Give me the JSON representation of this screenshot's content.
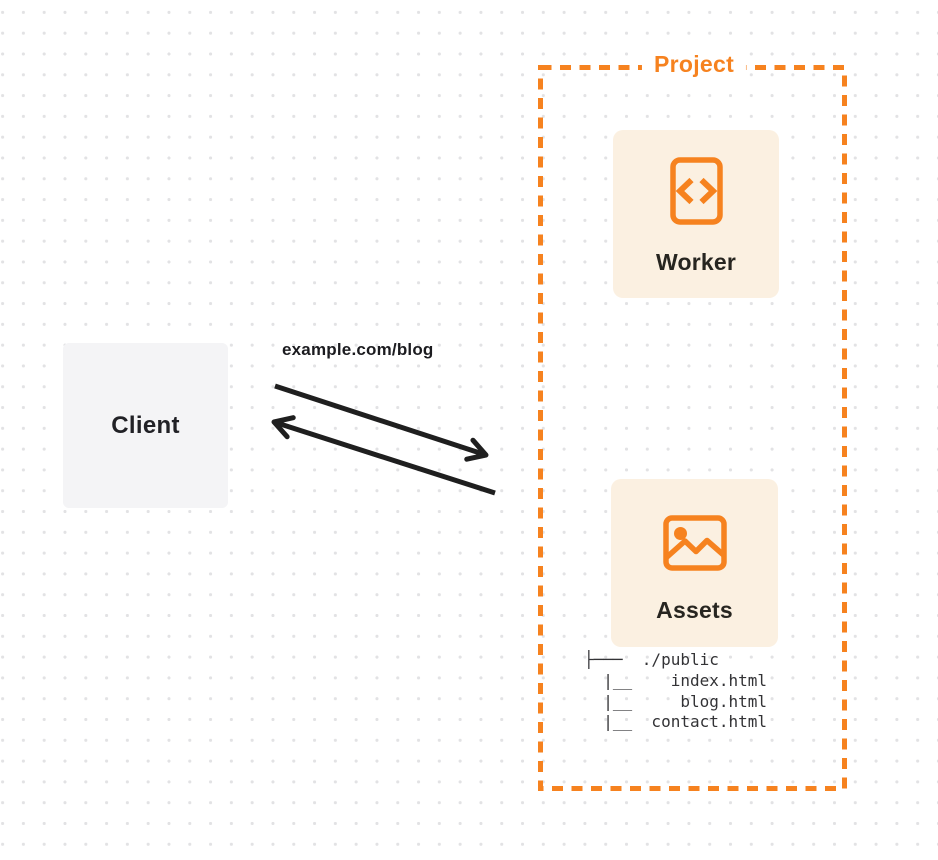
{
  "colors": {
    "accent_orange": "#f6821f",
    "card_background": "#fbf0e1",
    "client_background": "#f4f4f6",
    "ink": "#1f1f23",
    "dot_grid": "#e2e2e4"
  },
  "project": {
    "label": "Project"
  },
  "client": {
    "label": "Client"
  },
  "request": {
    "url_label": "example.com/blog"
  },
  "worker": {
    "label": "Worker",
    "icon": "code-document-icon"
  },
  "assets": {
    "label": "Assets",
    "icon": "image-icon",
    "file_tree": {
      "root": "./public",
      "files": [
        "index.html",
        "blog.html",
        "contact.html"
      ],
      "lines": [
        "├───  ./public",
        "  |__    index.html",
        "  |__     blog.html",
        "  |__  contact.html"
      ]
    }
  }
}
